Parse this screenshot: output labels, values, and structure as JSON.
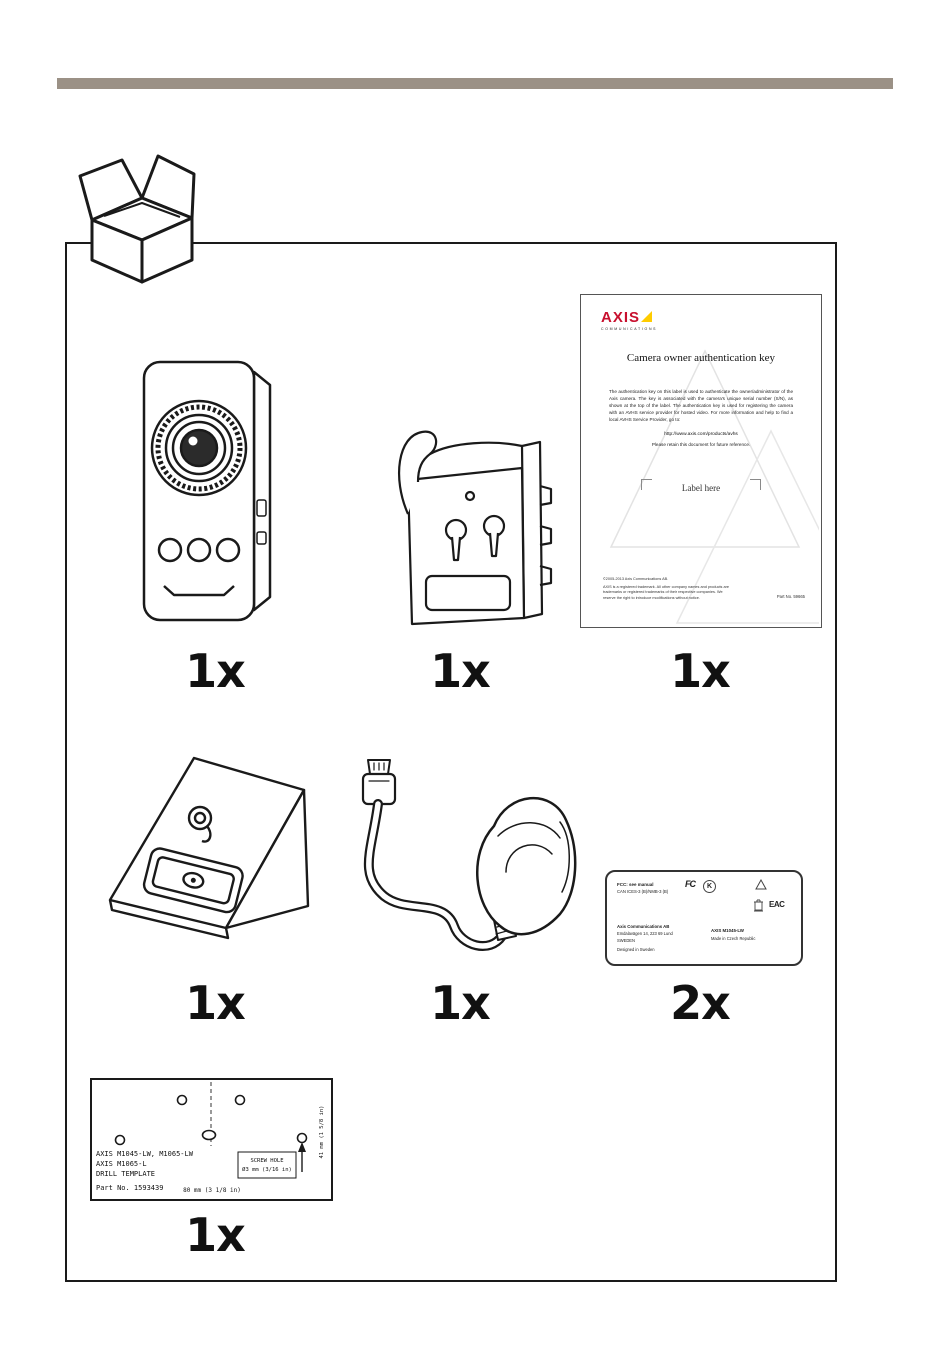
{
  "accent_colors": {
    "top_bar": "#9b9186",
    "axis_red": "#c8102e",
    "axis_yellow": "#ffcc00"
  },
  "quantities": {
    "camera": "1x",
    "bracket": "1x",
    "auth_card": "1x",
    "stand": "1x",
    "power_supply": "1x",
    "labels": "2x",
    "drill_template": "1x"
  },
  "auth_card": {
    "logo_text": "AXIS",
    "logo_sub": "COMMUNICATIONS",
    "title": "Camera owner authentication key",
    "body": "The authentication key on this label is used to authenticate the owner/administrator of the Axis camera. The key is associated with the camera's unique serial number (S/N), as shown at the top of the label. The authentication key is used for registering the camera with an AVHS service provider for hosted video. For more information and help to find a local AVHS Service Provider, go to:",
    "url": "http://www.axis.com/products/avhs",
    "note": "Please retain this document for future reference.",
    "label_here": "Label here",
    "footer_line1": "©2005-2013 Axis Communications AB.",
    "footer_line2": "AXIS is a registered trademark. All other company names and products are trademarks or registered trademarks of their respective companies. We reserve the right to introduce modifications without notice.",
    "part_no": "Part No. 59665"
  },
  "product_label": {
    "fcc": "FCC: see manual",
    "ices": "CAN ICES-3 (B)/NMB-3 (B)",
    "fcc_mark": "FC",
    "kc_mark": "K",
    "eac_mark": "EAC",
    "address_line1": "Axis Communications AB",
    "address_line2": "Emdalavägen 14, 223 69 Lund",
    "address_line3": "SWEDEN",
    "origin": "Designed in Sweden",
    "model": "AXIS M1045-LW",
    "made_in": "Made in Czech Republic"
  },
  "drill_template": {
    "model_line1": "AXIS M1045-LW, M1065-LW",
    "model_line2": "AXIS M1065-L",
    "model_line3": "DRILL TEMPLATE",
    "part_no": "Part No. 1593439",
    "width_dim": "80 mm (3 1/8 in)",
    "screw_hole_line1": "SCREW HOLE",
    "screw_hole_line2": "Ø3 mm (3/16 in)",
    "height_dim": "41 mm (1 5/8 in)"
  }
}
